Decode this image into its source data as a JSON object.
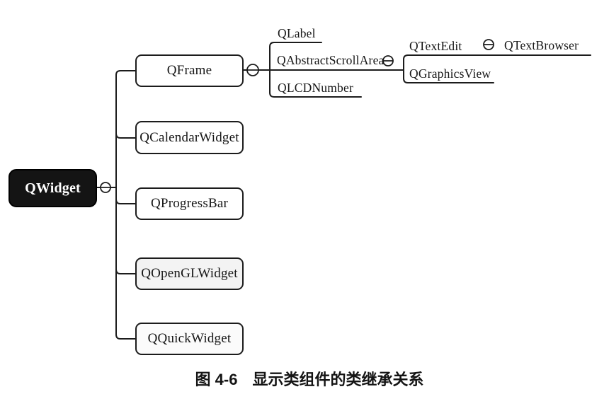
{
  "figure": {
    "caption": {
      "number": "图 4-6",
      "title": "显示类组件的类继承关系"
    }
  },
  "palette": {
    "line_color": "#1c1c1c",
    "root_fill": "#141414",
    "root_text_color": "#ffffff",
    "box_fill": "#ffffff",
    "box_border": "#1c1c1c",
    "openglwidget_fill": "#f3f3f3"
  },
  "tree": {
    "root": {
      "label": "QWidget"
    },
    "widget_children": [
      {
        "label": "QFrame"
      },
      {
        "label": "QCalendarWidget"
      },
      {
        "label": "QProgressBar"
      },
      {
        "label": "QOpenGLWidget"
      },
      {
        "label": "QQuickWidget"
      }
    ],
    "frame_children": [
      {
        "label": "QLabel"
      },
      {
        "label": "QAbstractScrollArea"
      },
      {
        "label": "QLCDNumber"
      }
    ],
    "scroll_area_children": [
      {
        "label": "QTextEdit"
      },
      {
        "label": "QGraphicsView"
      }
    ],
    "textedit_children": [
      {
        "label": "QTextBrowser"
      }
    ]
  },
  "icons": {
    "branch_symbol": "minus-in-circle"
  }
}
